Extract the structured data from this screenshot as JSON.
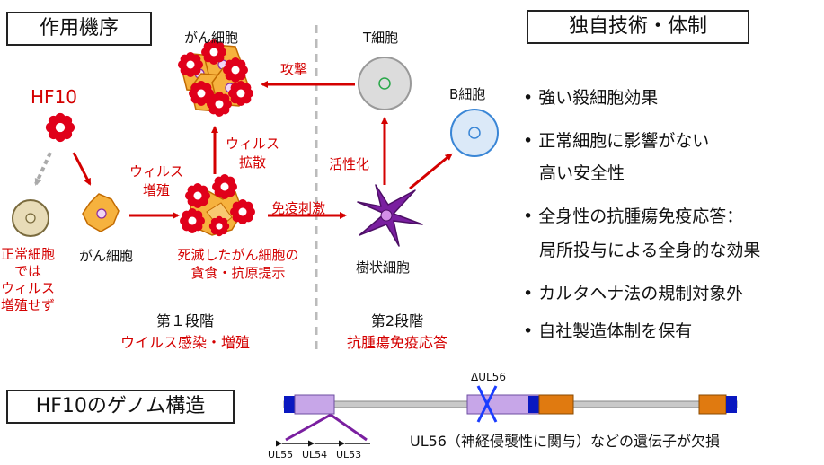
{
  "mechanism": {
    "title": "作用機序",
    "hf10": "HF10",
    "cancer_cells_top": "がん細胞",
    "t_cell": "T細胞",
    "b_cell": "B細胞",
    "attack": "攻撃",
    "virus_spread": [
      "ウィルス",
      "拡散"
    ],
    "activation": "活性化",
    "virus_replication": [
      "ウィルス",
      "増殖"
    ],
    "immune_stimulation": "免疫刺激",
    "normal_cell": [
      "正常細胞",
      "では",
      "ウィルス",
      "増殖せず"
    ],
    "cancer_cell": "がん細胞",
    "dead_cells": [
      "死滅したがん細胞の",
      "貪食・抗原提示"
    ],
    "dendritic_cell": "樹状細胞",
    "stage1": {
      "title": "第１段階",
      "subtitle": "ウイルス感染・増殖"
    },
    "stage2": {
      "title": "第2段階",
      "subtitle": "抗腫瘍免疫応答"
    }
  },
  "features": {
    "title": "独自技術・体制",
    "items": [
      "• 強い殺細胞効果",
      "• 正常細胞に影響がない",
      "高い安全性",
      "• 全身性の抗腫瘍免疫応答：",
      "局所投与による全身的な効果",
      "• カルタヘナ法の規制対象外",
      "• 自社製造体制を保有"
    ]
  },
  "genome": {
    "title": "HF10のゲノム構造",
    "deletion_label": "ΔUL56",
    "genes": [
      "UL55",
      "UL54",
      "UL53"
    ],
    "note": "UL56（神経侵襲性に関与）などの遺伝子が欠損"
  },
  "colors": {
    "red": "#d40000",
    "cell_orange": "#f6b23e",
    "virus_red": "#e0001a",
    "purple": "#7a1fa0",
    "genome_lavender": "#c7a6e8",
    "genome_orange": "#e07a10",
    "genome_blue": "#0a18c0"
  }
}
